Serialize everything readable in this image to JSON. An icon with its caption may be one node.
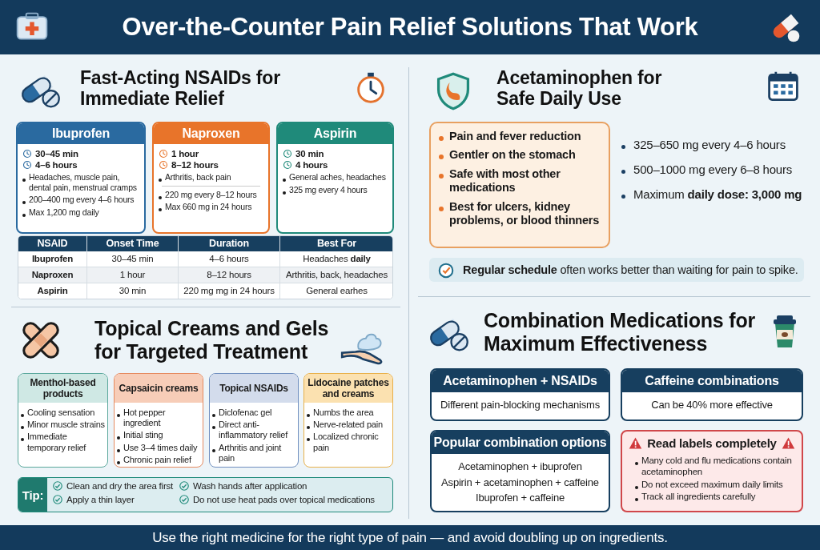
{
  "diagram": {
    "title": "Over-the-Counter Pain Relief Solutions That Work",
    "caption": "Use the right medicine for the right type of pain — and avoid doubling up on ingredients.",
    "nodes": [
      {
        "text": [
          "Ibuprofen",
          "30–45 min",
          "4–6 hours",
          "Headaches, muscle pain, dental pain, menstrual cramps",
          "200–400 mg every 4–6 hours",
          "Max 1,200 mg daily"
        ]
      },
      {
        "text": [
          "Naproxen",
          "1 hour",
          "8–12 hours",
          "Arthritis, back pain",
          "220 mg every 8–12 hours",
          "Max 660 mg in 24 hours"
        ]
      },
      {
        "text": [
          "Aspirin",
          "30 min",
          "4 hours",
          "General aches, headaches",
          "325 mg every 4 hours"
        ]
      },
      {
        "text": [
          "Pain and fever reduction",
          "Gentler on the stomach",
          "Safe with most other medications",
          "Best for ulcers, kidney problems, or blood thinners"
        ]
      },
      {
        "text": [
          "**Regular schedule** often works better than waiting for pain to spike."
        ]
      },
      {
        "text": [
          "Menthol-based products",
          "Cooling sensation",
          "Minor muscle strains",
          "Immediate temporary relief"
        ]
      },
      {
        "text": [
          "Capsaicin creams",
          "Hot pepper ingredient",
          "Initial sting",
          "Use 3–4 times daily",
          "Chronic pain relief"
        ]
      },
      {
        "text": [
          "Topical NSAIDs",
          "Diclofenac gel",
          "Direct anti-inflammatory relief",
          "Arthritis and joint pain"
        ]
      },
      {
        "text": [
          "Lidocaine patches and creams",
          "Numbs the area",
          "Nerve-related pain",
          "Localized chronic pain"
        ]
      },
      {
        "text": [
          "Tip:",
          "Clean and dry the area first",
          "Wash hands after application",
          "Apply a thin layer",
          "Do not use heat pads over topical medications"
        ]
      },
      {
        "text": [
          "Acetaminophen + NSAIDs",
          "Different pain-blocking mechanisms"
        ]
      },
      {
        "text": [
          "Caffeine combinations",
          "Can be 40% more effective"
        ]
      },
      {
        "text": [
          "Popular combination options",
          "Acetaminophen + ibuprofen",
          "Aspirin + acetaminophen + caffeine",
          "Ibuprofen + caffeine"
        ]
      },
      {
        "text": [
          "Read labels completely",
          "Many cold and flu medications contain acetaminophen",
          "Do not exceed maximum daily limits",
          "Track all ingredients carefully"
        ]
      }
    ],
    "edges": [],
    "labels": [
      "Fast-Acting NSAIDs for Immediate Relief",
      "NSAID",
      "Onset Time",
      "Duration",
      "Best For",
      "Ibuprofen",
      "30–45 min",
      "4–6 hours",
      "Headaches **daily**",
      "Naproxen",
      "1 hour",
      "8–12 hours",
      "Arthritis, back, headaches",
      "Aspirin",
      "30 min",
      "220 mg mg in 24 hours",
      "General earhes",
      "Acetaminophen for Safe Daily Use",
      "325–650 mg every 4–6 hours",
      "500–1000 mg every 6–8 hours",
      "Maximum **daily dose: 3,000 mg**",
      "Topical Creams and Gels for Targeted Treatment",
      "Combination Medications for Maximum Effectiveness"
    ]
  }
}
